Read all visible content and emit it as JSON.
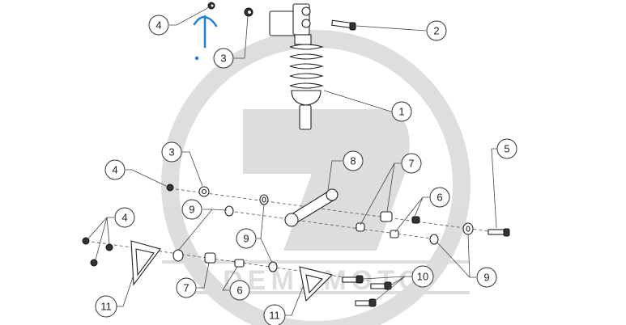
{
  "diagram": {
    "watermark_text": "DEMAMOTO",
    "annotation_color": "#1f7fd6",
    "callouts": [
      {
        "id": "c4a",
        "label": "4"
      },
      {
        "id": "c3a",
        "label": "3"
      },
      {
        "id": "c2",
        "label": "2"
      },
      {
        "id": "c1",
        "label": "1"
      },
      {
        "id": "c3b",
        "label": "3"
      },
      {
        "id": "c4b",
        "label": "4"
      },
      {
        "id": "c8",
        "label": "8"
      },
      {
        "id": "c7a",
        "label": "7"
      },
      {
        "id": "c5",
        "label": "5"
      },
      {
        "id": "c6a",
        "label": "6"
      },
      {
        "id": "c9a",
        "label": "9"
      },
      {
        "id": "c4c",
        "label": "4"
      },
      {
        "id": "c9b",
        "label": "9"
      },
      {
        "id": "c9c",
        "label": "9"
      },
      {
        "id": "c10",
        "label": "10"
      },
      {
        "id": "c7b",
        "label": "7"
      },
      {
        "id": "c6b",
        "label": "6"
      },
      {
        "id": "c11a",
        "label": "11"
      },
      {
        "id": "c11b",
        "label": "11"
      }
    ]
  }
}
